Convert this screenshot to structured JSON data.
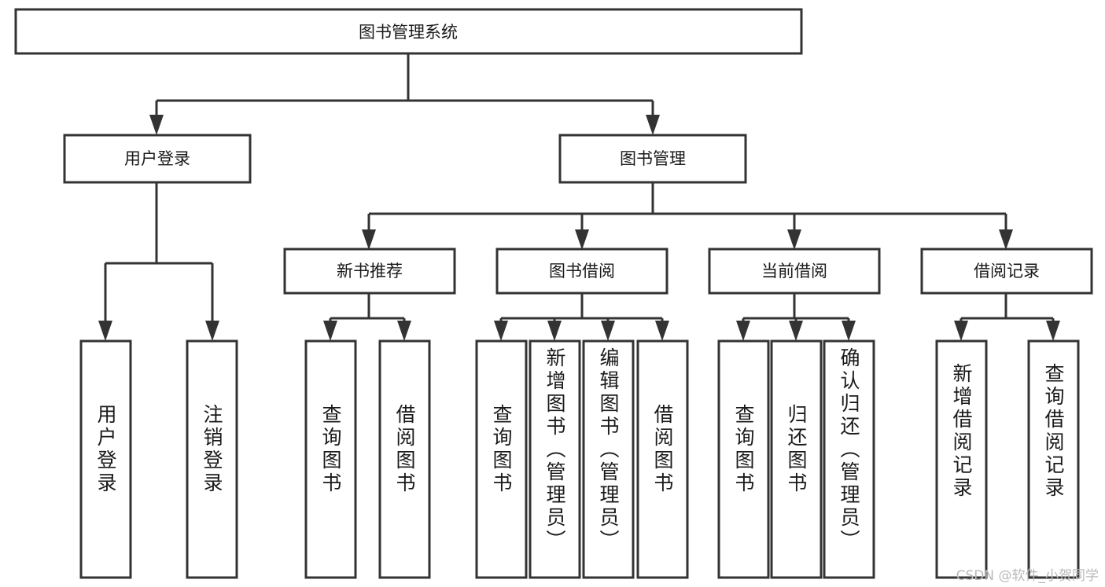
{
  "diagram": {
    "type": "tree-hierarchy-diagram",
    "title": "图书管理系统",
    "root": {
      "id": "root",
      "label": "图书管理系统"
    },
    "level1": [
      {
        "id": "user-login",
        "label": "用户登录"
      },
      {
        "id": "book-management",
        "label": "图书管理"
      }
    ],
    "level2": [
      {
        "id": "new-book-recommend",
        "label": "新书推荐",
        "parent": "book-management"
      },
      {
        "id": "book-borrow",
        "label": "图书借阅",
        "parent": "book-management"
      },
      {
        "id": "current-borrow",
        "label": "当前借阅",
        "parent": "book-management"
      },
      {
        "id": "borrow-record",
        "label": "借阅记录",
        "parent": "book-management"
      }
    ],
    "leaves": [
      {
        "id": "leaf-user-login",
        "label": "用户登录",
        "parent": "user-login"
      },
      {
        "id": "leaf-user-logout",
        "label": "注销登录",
        "parent": "user-login"
      },
      {
        "id": "leaf-query-book-1",
        "label": "查询图书",
        "parent": "new-book-recommend"
      },
      {
        "id": "leaf-borrow-book-1",
        "label": "借阅图书",
        "parent": "new-book-recommend"
      },
      {
        "id": "leaf-query-book-2",
        "label": "查询图书",
        "parent": "book-borrow"
      },
      {
        "id": "leaf-add-book",
        "label": "新增图书（管理员）",
        "parent": "book-borrow"
      },
      {
        "id": "leaf-edit-book",
        "label": "编辑图书（管理员）",
        "parent": "book-borrow"
      },
      {
        "id": "leaf-borrow-book-2",
        "label": "借阅图书",
        "parent": "book-borrow"
      },
      {
        "id": "leaf-query-book-3",
        "label": "查询图书",
        "parent": "current-borrow"
      },
      {
        "id": "leaf-return-book",
        "label": "归还图书",
        "parent": "current-borrow"
      },
      {
        "id": "leaf-confirm-return",
        "label": "确认归还（管理员）",
        "parent": "current-borrow"
      },
      {
        "id": "leaf-add-borrow-record",
        "label": "新增借阅记录",
        "parent": "borrow-record"
      },
      {
        "id": "leaf-query-borrow-record",
        "label": "查询借阅记录",
        "parent": "borrow-record"
      }
    ],
    "colors": {
      "stroke": "#333333",
      "fill": "#ffffff",
      "text": "#1a1a1a",
      "watermark": "#b9b9b9",
      "background": "#ffffff"
    }
  },
  "watermark": {
    "text": "CSDN @软件_小贺同学"
  }
}
